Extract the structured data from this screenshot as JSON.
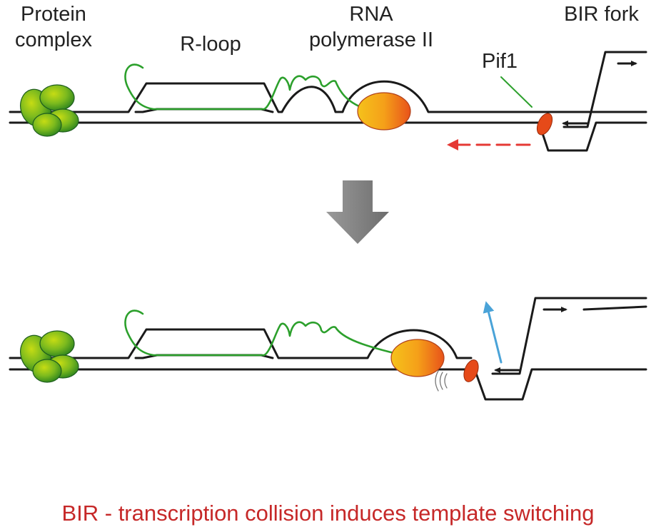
{
  "labels": {
    "protein_complex_line1": "Protein",
    "protein_complex_line2": "complex",
    "r_loop": "R-loop",
    "rna_pol_line1": "RNA",
    "rna_pol_line2": "polymerase II",
    "bir_fork": "BIR fork",
    "pif1": "Pif1"
  },
  "caption": "BIR - transcription collision induces template switching",
  "colors": {
    "dna_strand": "#1a1a1a",
    "rna_strand": "#2ca02c",
    "caption_text": "#c62828",
    "pif1": "#e64a19",
    "backtrack_arrow": "#e53935",
    "switch_arrow": "#4aa3d8",
    "transition_arrow": "#8a8a8a"
  },
  "icons": [
    "protein-complex-icon",
    "rna-polymerase-icon",
    "pif1-icon",
    "transition-arrow-icon"
  ]
}
